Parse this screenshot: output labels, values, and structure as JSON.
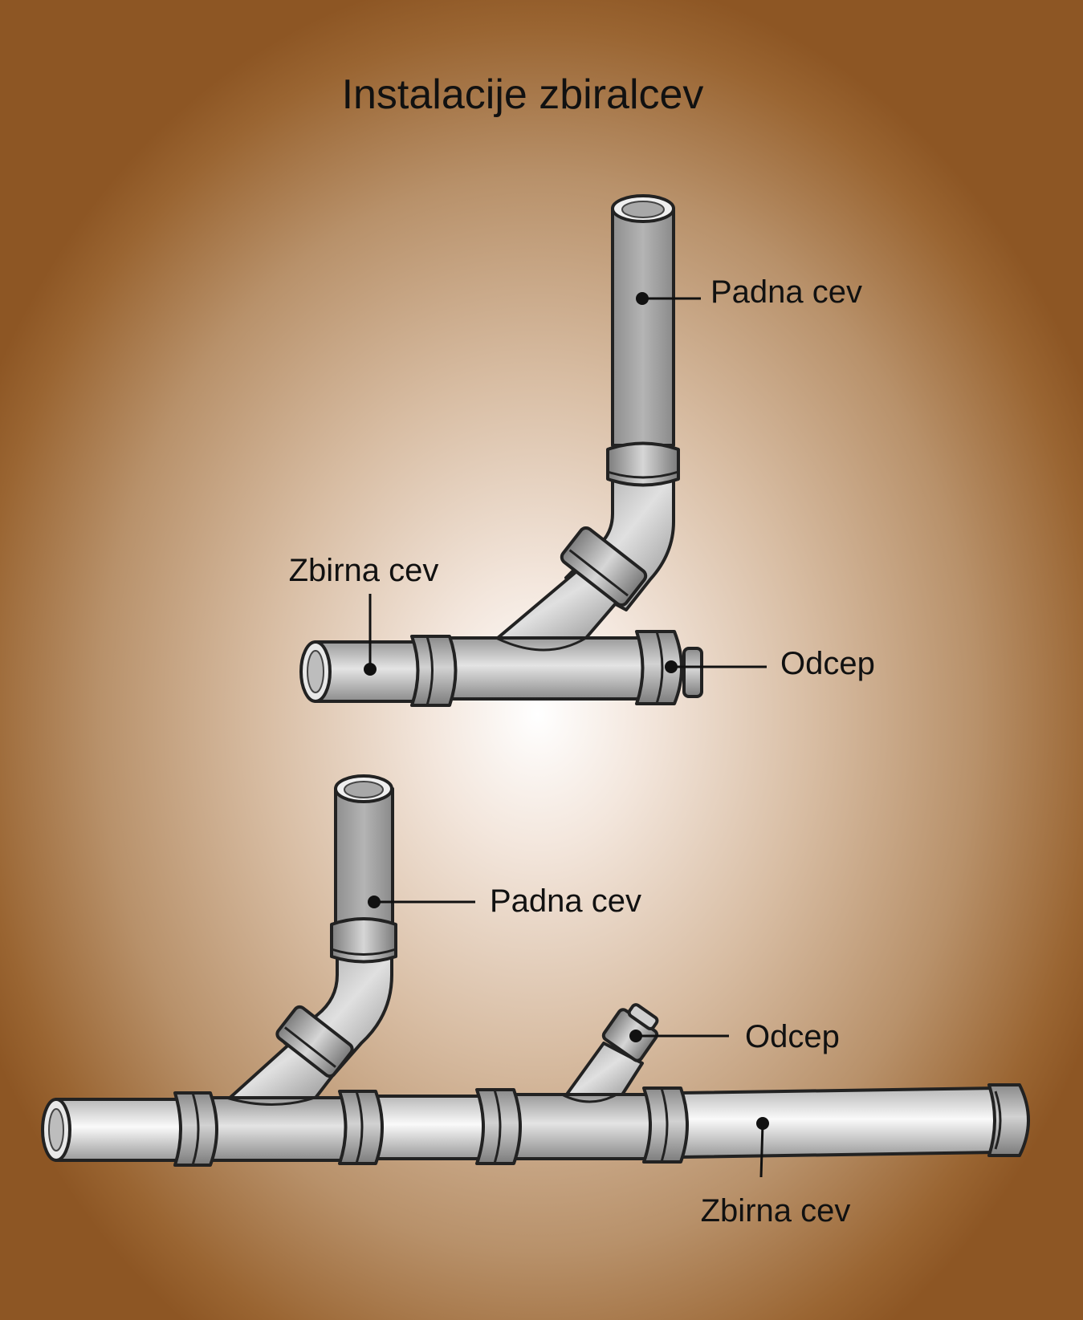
{
  "title": "Instalacije zbiralcev",
  "labels": {
    "top_downpipe": "Padna cev",
    "top_collector": "Zbirna cev",
    "top_cap": "Odcep",
    "bottom_downpipe": "Padna cev",
    "bottom_cap": "Odcep",
    "bottom_collector": "Zbirna cev"
  },
  "colors": {
    "background_edge": "#8d5624",
    "background_center": "#ffffff",
    "pipe": "#c8c8c8",
    "outline": "#222222"
  }
}
